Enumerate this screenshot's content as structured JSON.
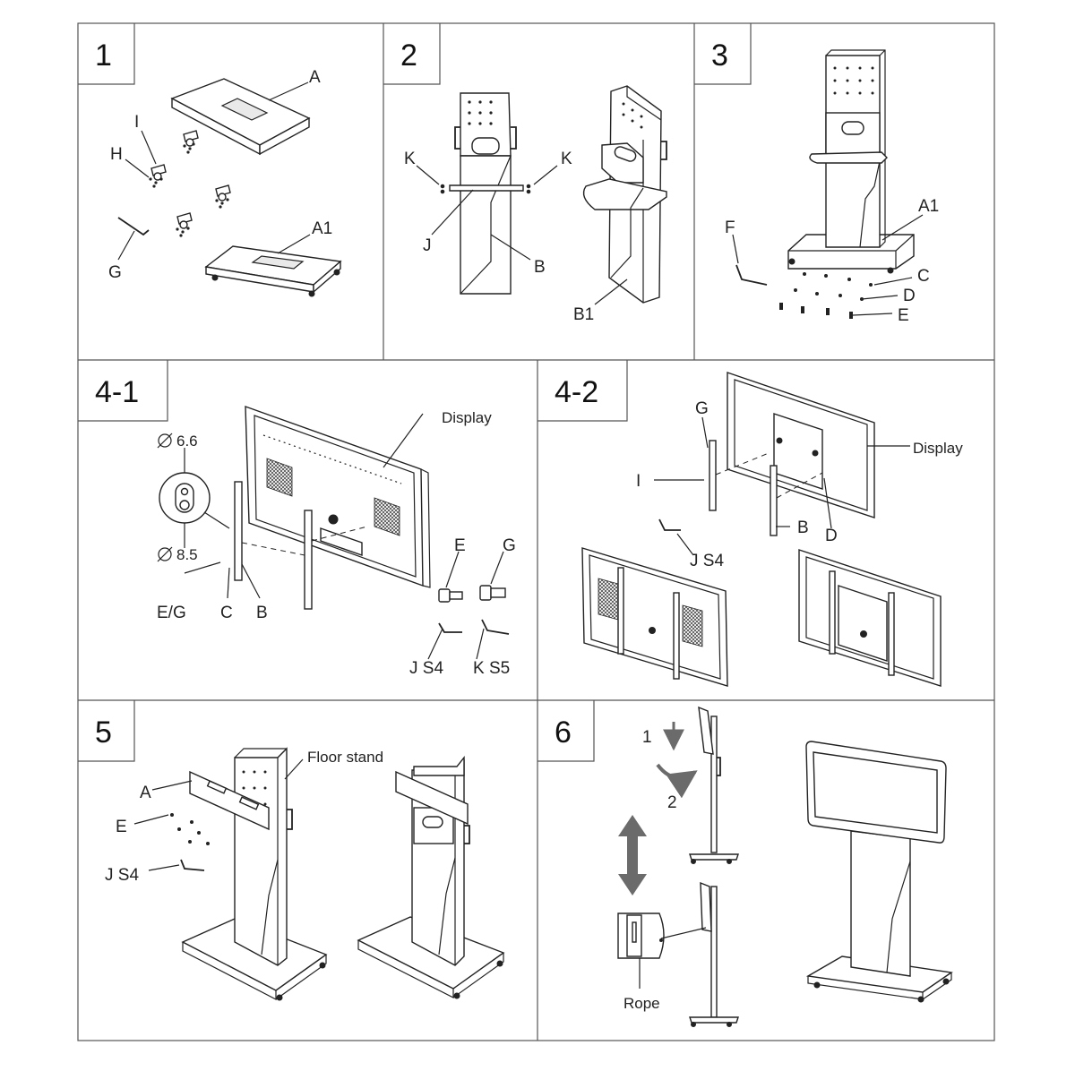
{
  "steps": {
    "s1": {
      "number": "1",
      "labels": {
        "A": "A",
        "A1": "A1",
        "I": "I",
        "H": "H",
        "G": "G"
      }
    },
    "s2": {
      "number": "2",
      "labels": {
        "K_left": "K",
        "K_right": "K",
        "J": "J",
        "B": "B",
        "B1": "B1"
      }
    },
    "s3": {
      "number": "3",
      "labels": {
        "A1": "A1",
        "F": "F",
        "C": "C",
        "D": "D",
        "E": "E"
      }
    },
    "s41": {
      "number": "4-1",
      "labels": {
        "display": "Display",
        "dia1": "6.6",
        "dia2": "8.5",
        "EG": "E/G",
        "C": "C",
        "B": "B",
        "E": "E",
        "G": "G",
        "JS4": "J  S4",
        "KS5": "K  S5"
      }
    },
    "s42": {
      "number": "4-2",
      "labels": {
        "G": "G",
        "I": "I",
        "display": "Display",
        "B": "B",
        "D": "D",
        "JS4": "J  S4"
      }
    },
    "s5": {
      "number": "5",
      "labels": {
        "floor": "Floor stand",
        "A": "A",
        "E": "E",
        "JS4": "J  S4"
      }
    },
    "s6": {
      "number": "6",
      "labels": {
        "one": "1",
        "two": "2",
        "rope": "Rope"
      }
    }
  },
  "colors": {
    "line": "#222222",
    "arrow_gray": "#6b6b6b",
    "border": "#555555"
  },
  "icons": {
    "diameter": "diameter-icon",
    "down": "arrow-down-icon",
    "curve": "curved-arrow-icon",
    "updown": "double-arrow-icon"
  }
}
